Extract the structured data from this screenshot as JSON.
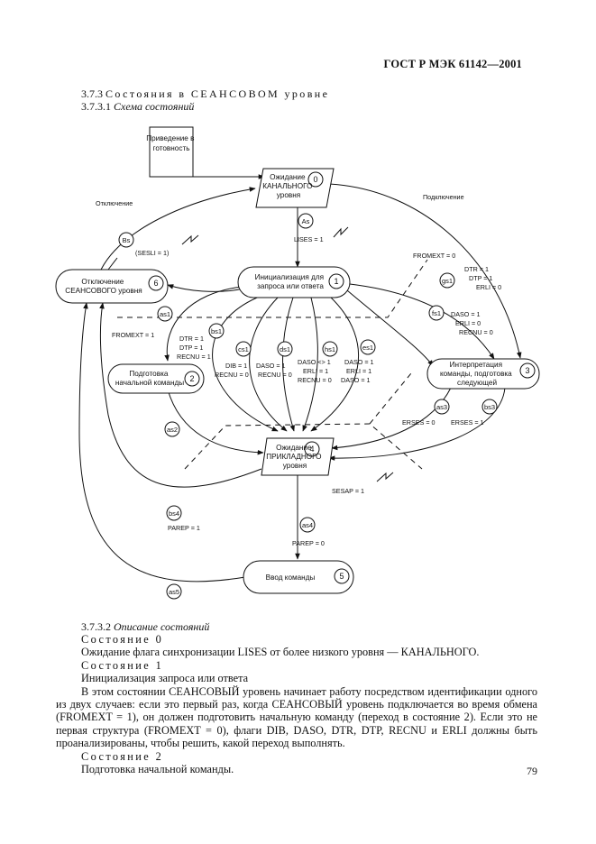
{
  "header": {
    "standard": "ГОСТ Р МЭК 61142—2001"
  },
  "section_373": {
    "number": "3.7.3",
    "title": "Состояния в СЕАНСОВОМ уровне"
  },
  "section_3731": {
    "number": "3.7.3.1",
    "title": "Схема состояний"
  },
  "diagram": {
    "nodes": {
      "ready": "Приведение в готовность",
      "wait_channel": {
        "label": "Ожидание КАНАЛЬНОГО уровня",
        "num": "0"
      },
      "init": {
        "label": "Инициализация для запроса или ответа",
        "num": "1"
      },
      "prep": {
        "label": "Подготовка начальной команды",
        "num": "2"
      },
      "interp": {
        "label": "Интерпретация команды, подготовка следующей",
        "num": "3"
      },
      "wait_app": {
        "label": "Ожидание ПРИКЛАДНОГО уровня",
        "num": "4"
      },
      "input": {
        "label": "Ввод команды",
        "num": "5"
      },
      "disconnect": {
        "label": "Отключение СЕАНСОВОГО уровня",
        "num": "6"
      }
    },
    "texts": {
      "otkl": "Отключение",
      "podkl": "Подключение",
      "sesli": "(SESLI = 1)",
      "lises": "LISES = 1",
      "fromext0": "FROMEXT = 0",
      "dtr1": "DTR = 1",
      "dtp1": "DTP = 1",
      "erli0": "ERLI = 0",
      "fromext1": "FROMEXT = 1",
      "dtr1b": "DTR = 1",
      "dtp1b": "DTP = 1",
      "recnu1": "RECNU = 1",
      "daso1": "DASO = 1",
      "erli0b": "ERLI = 0",
      "recnu0": "RECNU = 0",
      "dib1": "DIB = 1",
      "daso1c": "DASO = 1",
      "daso_ne1": "DASO <> 1",
      "daso1d": "DASO = 1",
      "recnu0c": "RECNU = 0",
      "daso1e": "DASO = 1",
      "erli1": "ERLI = 1",
      "erli1b": "ERLI = 1",
      "recnu0d": "RECNU = 0",
      "recnu0e": "RECNU = 0",
      "erses0": "ERSES = 0",
      "erses1": "ERSES = 1",
      "sesap": "SESAP = 1",
      "parep1": "PAREP = 1",
      "parep0": "PAREP = 0"
    },
    "transitions": {
      "As": "As",
      "Bs": "Bs",
      "gs1": "gs1",
      "fs1": "fs1",
      "as1": "as1",
      "bs1": "bs1",
      "cs1": "cs1",
      "ds1": "ds1",
      "hs1": "hs1",
      "es1": "es1",
      "as2": "as2",
      "as3": "as3",
      "bs3": "bs3",
      "as4": "as4",
      "bs4": "bs4",
      "as5": "as5"
    }
  },
  "section_3732": {
    "number": "3.7.3.2",
    "title": "Описание состояний"
  },
  "body": {
    "s0": "Состояние 0",
    "s0_text": "Ожидание флага синхронизации LISES от более низкого уровня — КАНАЛЬНОГО.",
    "s1": "Состояние 1",
    "s1_text": "Инициализация запроса или ответа",
    "s1_para": "В этом состоянии СЕАНСОВЫЙ уровень начинает работу посредством идентификации одного из двух случаев: если это первый раз, когда СЕАНСОВЫЙ уровень подключается во время обмена (FROMEXT = 1), он должен подготовить начальную команду (переход в состояние 2). Если это не первая структура (FROMEXT = 0), флаги DIB, DASO, DTR, DTP, RECNU и ERLI должны быть проанализированы, чтобы решить, какой переход выполнять.",
    "s2": "Состояние 2",
    "s2_text": "Подготовка начальной команды."
  },
  "page_number": "79"
}
